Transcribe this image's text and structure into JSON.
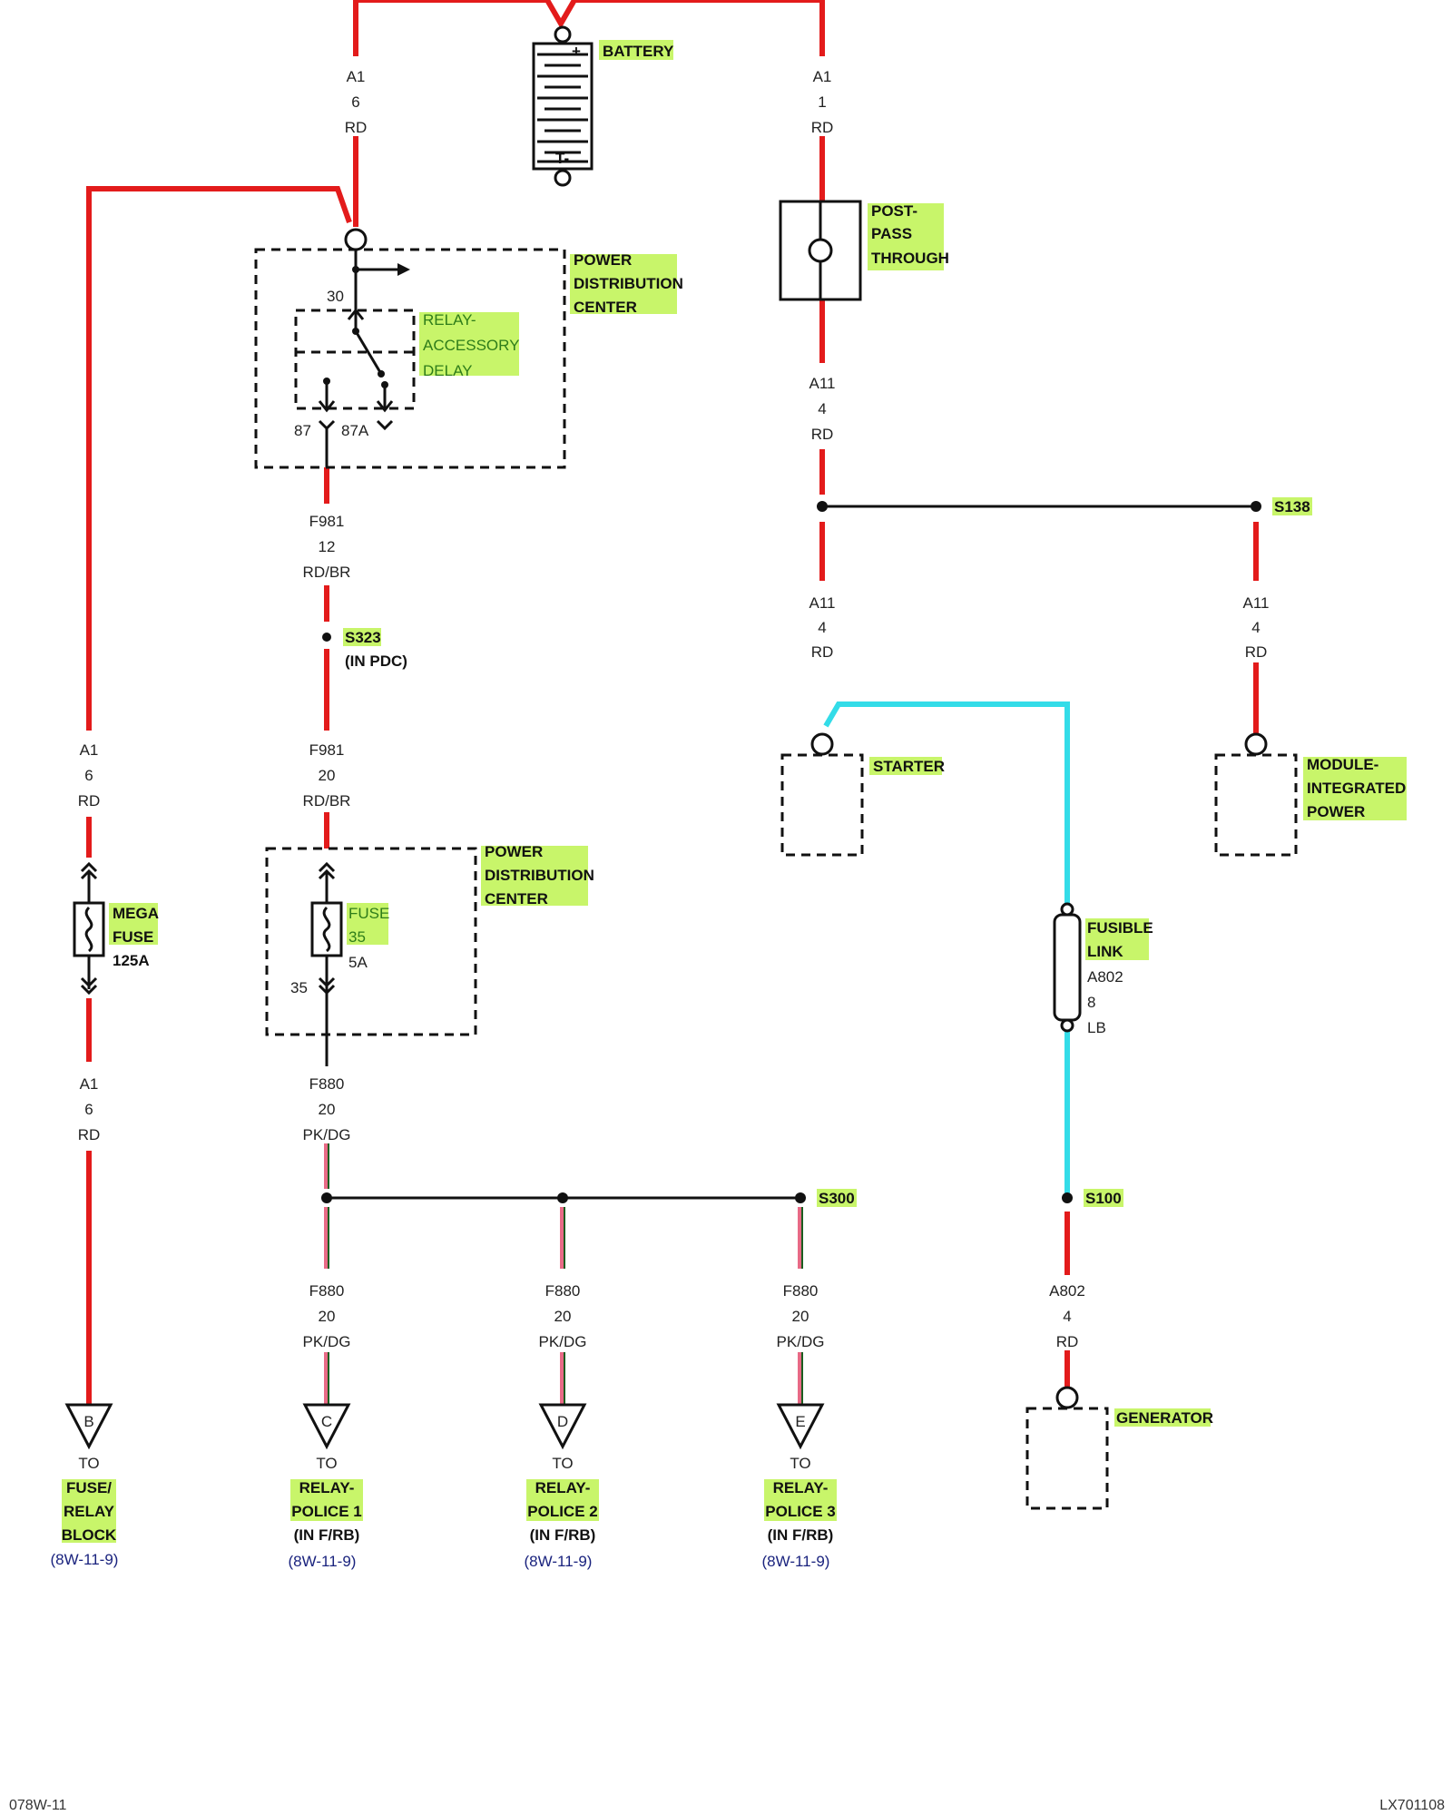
{
  "battery": {
    "label": "BATTERY",
    "plus": "+",
    "minus": "T-"
  },
  "wires": {
    "bat_left": {
      "circuit": "A1",
      "gauge": "6",
      "color": "RD"
    },
    "bat_right": {
      "circuit": "A1",
      "gauge": "1",
      "color": "RD"
    },
    "post_out": {
      "circuit": "A11",
      "gauge": "4",
      "color": "RD"
    },
    "starter_in": {
      "circuit": "A11",
      "gauge": "4",
      "color": "RD"
    },
    "module_in": {
      "circuit": "A11",
      "gauge": "4",
      "color": "RD"
    },
    "relay_out": {
      "circuit": "F981",
      "gauge": "12",
      "color": "RD/BR"
    },
    "fuse_in": {
      "circuit": "F981",
      "gauge": "20",
      "color": "RD/BR"
    },
    "mega_in": {
      "circuit": "A1",
      "gauge": "6",
      "color": "RD"
    },
    "mega_out": {
      "circuit": "A1",
      "gauge": "6",
      "color": "RD"
    },
    "fuse_out": {
      "circuit": "F880",
      "gauge": "20",
      "color": "PK/DG"
    },
    "police1": {
      "circuit": "F880",
      "gauge": "20",
      "color": "PK/DG"
    },
    "police2": {
      "circuit": "F880",
      "gauge": "20",
      "color": "PK/DG"
    },
    "police3": {
      "circuit": "F880",
      "gauge": "20",
      "color": "PK/DG"
    },
    "gen_in": {
      "circuit": "A802",
      "gauge": "4",
      "color": "RD"
    }
  },
  "post_pass_through": {
    "line1": "POST-",
    "line2": "PASS",
    "line3": "THROUGH"
  },
  "pdc_top": {
    "line1": "POWER",
    "line2": "DISTRIBUTION",
    "line3": "CENTER"
  },
  "relay": {
    "line1": "RELAY-",
    "line2": "ACCESSORY",
    "line3": "DELAY",
    "pin30": "30",
    "pin87": "87",
    "pin87a": "87A"
  },
  "splices": {
    "s138": "S138",
    "s323": "S323",
    "s323_note": "(IN PDC)",
    "s300": "S300",
    "s100": "S100"
  },
  "starter": {
    "label": "STARTER"
  },
  "module": {
    "line1": "MODULE-",
    "line2": "INTEGRATED",
    "line3": "POWER"
  },
  "mega_fuse": {
    "line1": "MEGA",
    "line2": "FUSE",
    "rating": "125A"
  },
  "pdc_mid": {
    "line1": "POWER",
    "line2": "DISTRIBUTION",
    "line3": "CENTER"
  },
  "fuse35": {
    "line1": "FUSE",
    "line2": "35",
    "rating": "5A",
    "pin": "35"
  },
  "fusible_link": {
    "line1": "FUSIBLE",
    "line2": "LINK",
    "circuit": "A802",
    "gauge": "8",
    "color": "LB"
  },
  "generator": {
    "label": "GENERATOR"
  },
  "connectors": [
    {
      "letter": "B",
      "to": "TO",
      "line1": "FUSE/",
      "line2": "RELAY",
      "line3": "BLOCK",
      "ref": "(8W-11-9)"
    },
    {
      "letter": "C",
      "to": "TO",
      "line1": "RELAY-",
      "line2": "POLICE 1",
      "line3": "(IN F/RB)",
      "ref": "(8W-11-9)"
    },
    {
      "letter": "D",
      "to": "TO",
      "line1": "RELAY-",
      "line2": "POLICE 2",
      "line3": "(IN F/RB)",
      "ref": "(8W-11-9)"
    },
    {
      "letter": "E",
      "to": "TO",
      "line1": "RELAY-",
      "line2": "POLICE 3",
      "line3": "(IN F/RB)",
      "ref": "(8W-11-9)"
    }
  ],
  "footer": {
    "left": "078W-11",
    "right": "LX701108"
  },
  "colors": {
    "wire_red": "#e31b1b",
    "wire_cyan": "#33dce8",
    "wire_pink": "#e86a86",
    "highlight": "#c8f56a"
  }
}
